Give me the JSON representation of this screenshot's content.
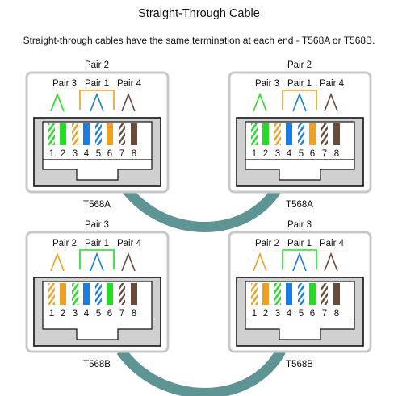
{
  "title": "Straight-Through Cable",
  "subtitle": "Straight-through cables have the same termination at each end - T568A or T568B.",
  "colors": {
    "green": "#22dd22",
    "orange": "#f0a020",
    "blue": "#1a7de0",
    "brown": "#6a4a3a",
    "cable": "#5e9494",
    "frame": "#c8c8c8",
    "jack_body": "#d0d0d0"
  },
  "pin_numbers": [
    "1",
    "2",
    "3",
    "4",
    "5",
    "6",
    "7",
    "8"
  ],
  "connectors": [
    {
      "standard": "T568A",
      "pair_top": "Pair 2",
      "pair_labels": [
        "Pair 3",
        "Pair 1",
        "Pair 4"
      ],
      "top_color": "orange",
      "pair_colors": [
        "green",
        "blue",
        "brown"
      ],
      "pins": [
        {
          "color": "green",
          "striped": true
        },
        {
          "color": "green",
          "striped": false
        },
        {
          "color": "orange",
          "striped": true
        },
        {
          "color": "blue",
          "striped": false
        },
        {
          "color": "blue",
          "striped": true
        },
        {
          "color": "orange",
          "striped": false
        },
        {
          "color": "brown",
          "striped": true
        },
        {
          "color": "brown",
          "striped": false
        }
      ]
    },
    {
      "standard": "T568A",
      "pair_top": "Pair 2",
      "pair_labels": [
        "Pair 3",
        "Pair 1",
        "Pair 4"
      ],
      "top_color": "orange",
      "pair_colors": [
        "green",
        "blue",
        "brown"
      ],
      "pins": [
        {
          "color": "green",
          "striped": true
        },
        {
          "color": "green",
          "striped": false
        },
        {
          "color": "orange",
          "striped": true
        },
        {
          "color": "blue",
          "striped": false
        },
        {
          "color": "blue",
          "striped": true
        },
        {
          "color": "orange",
          "striped": false
        },
        {
          "color": "brown",
          "striped": true
        },
        {
          "color": "brown",
          "striped": false
        }
      ]
    },
    {
      "standard": "T568B",
      "pair_top": "Pair 3",
      "pair_labels": [
        "Pair 2",
        "Pair 1",
        "Pair 4"
      ],
      "top_color": "green",
      "pair_colors": [
        "orange",
        "blue",
        "brown"
      ],
      "pins": [
        {
          "color": "orange",
          "striped": true
        },
        {
          "color": "orange",
          "striped": false
        },
        {
          "color": "green",
          "striped": true
        },
        {
          "color": "blue",
          "striped": false
        },
        {
          "color": "blue",
          "striped": true
        },
        {
          "color": "green",
          "striped": false
        },
        {
          "color": "brown",
          "striped": true
        },
        {
          "color": "brown",
          "striped": false
        }
      ]
    },
    {
      "standard": "T568B",
      "pair_top": "Pair 3",
      "pair_labels": [
        "Pair 2",
        "Pair 1",
        "Pair 4"
      ],
      "top_color": "green",
      "pair_colors": [
        "orange",
        "blue",
        "brown"
      ],
      "pins": [
        {
          "color": "orange",
          "striped": true
        },
        {
          "color": "orange",
          "striped": false
        },
        {
          "color": "green",
          "striped": true
        },
        {
          "color": "blue",
          "striped": false
        },
        {
          "color": "blue",
          "striped": true
        },
        {
          "color": "green",
          "striped": false
        },
        {
          "color": "brown",
          "striped": true
        },
        {
          "color": "brown",
          "striped": false
        }
      ]
    }
  ]
}
